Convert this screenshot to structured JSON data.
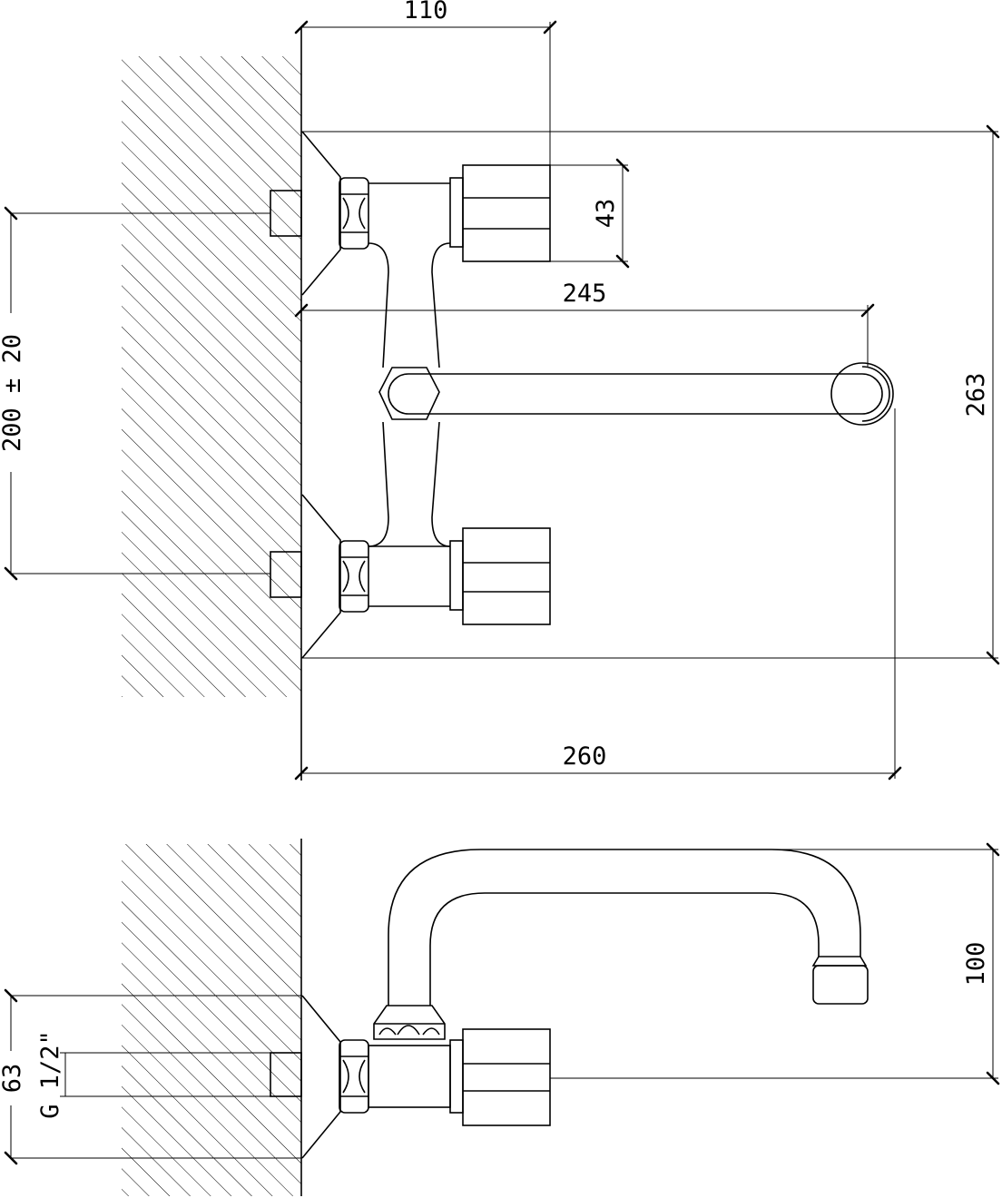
{
  "dimensions": {
    "top_width": "110",
    "knob_height": "43",
    "spout_reach": "245",
    "overall_height": "263",
    "inlet_spacing": "200 ± 20",
    "overall_depth": "260",
    "spout_height": "100",
    "wall_projection": "63",
    "thread": "G 1/2\""
  },
  "colors": {
    "ink": "#000000",
    "paper": "#ffffff"
  }
}
